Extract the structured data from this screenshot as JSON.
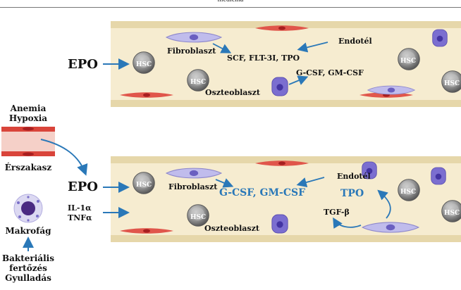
{
  "header": {
    "title": "medicina"
  },
  "panel_top": {
    "epo": "EPO",
    "fibroblast": "Fibroblaszt",
    "endothel": "Endotél",
    "osteoblast": "Oszteoblaszt",
    "factors_1": "SCF, FLT-3I, TPO",
    "factors_2": "G-CSF, GM-CSF",
    "hsc": "HSC"
  },
  "panel_bottom": {
    "epo": "EPO",
    "fibroblast": "Fibroblaszt",
    "endothel": "Endotél",
    "osteoblast": "Oszteoblaszt",
    "factors_1": "G-CSF, GM-CSF",
    "tpo": "TPO",
    "tgf": "TGF-β",
    "il": "IL-1α",
    "tnf": "TNFα",
    "hsc": "HSC"
  },
  "left": {
    "anemia": "Anemia",
    "hypoxia": "Hypoxia",
    "vessel": "Érszakasz",
    "macrophage": "Makrofág",
    "bacterial": "Bakteriális",
    "infection": "fertőzés",
    "inflammation": "Gyulladás"
  },
  "colors": {
    "panel_fill": "#f6ecd0",
    "panel_border": "#d9c79c",
    "arrow": "#2a78b8",
    "emphasis_text": "#2a78b8",
    "endothel_red": "#d9443a",
    "hsc_gray": "#8a8a8a",
    "fibroblast_purple": "#b9b5e6",
    "osteoblast_purple": "#7062c8"
  },
  "icons": [
    "hsc-cell-icon",
    "fibroblast-cell-icon",
    "endothel-cell-icon",
    "osteoblast-cell-icon",
    "macrophage-cell-icon",
    "blood-vessel-icon"
  ]
}
